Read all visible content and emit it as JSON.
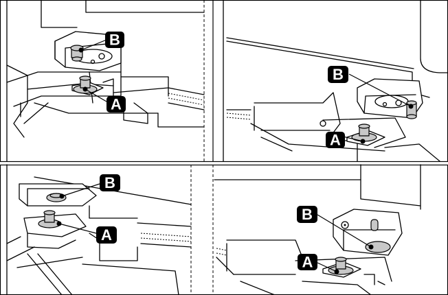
{
  "labels": {
    "a": "A",
    "b": "B"
  },
  "panels": [
    {
      "id": "top-left",
      "callouts": [
        "B",
        "A"
      ]
    },
    {
      "id": "top-right",
      "callouts": [
        "B",
        "A"
      ]
    },
    {
      "id": "bottom-left",
      "callouts": [
        "B",
        "A"
      ]
    },
    {
      "id": "bottom-right",
      "callouts": [
        "B",
        "A"
      ]
    }
  ],
  "colors": {
    "line": "#000000",
    "fill": "#ffffff",
    "metal": "#c8c8c8",
    "badge": "#000000",
    "badge_text": "#ffffff"
  }
}
